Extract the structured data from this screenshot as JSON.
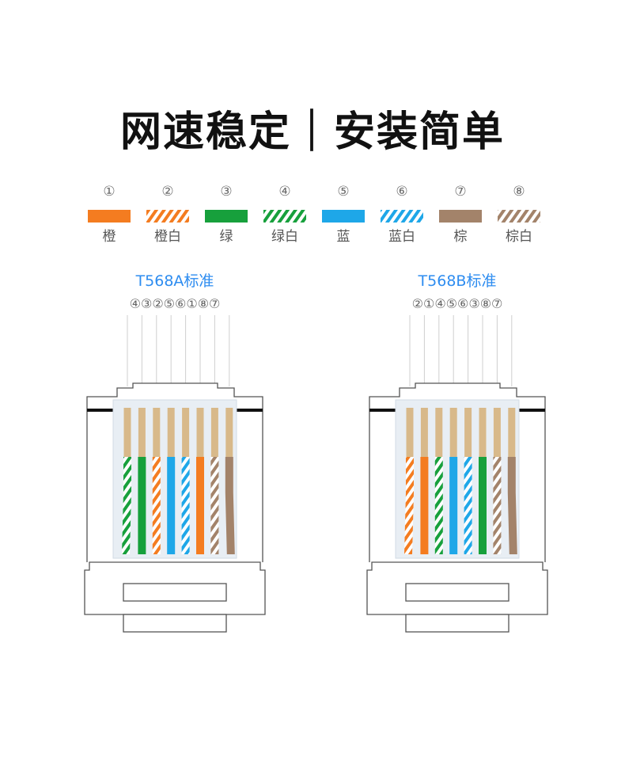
{
  "headline": "网速稳定｜安装简单",
  "legend": [
    {
      "num": "①",
      "label": "橙",
      "color": "#f47c20",
      "striped": false
    },
    {
      "num": "②",
      "label": "橙白",
      "color": "#f47c20",
      "striped": true
    },
    {
      "num": "③",
      "label": "绿",
      "color": "#17a03c",
      "striped": false
    },
    {
      "num": "④",
      "label": "绿白",
      "color": "#17a03c",
      "striped": true
    },
    {
      "num": "⑤",
      "label": "蓝",
      "color": "#1ea7e8",
      "striped": false
    },
    {
      "num": "⑥",
      "label": "蓝白",
      "color": "#1ea7e8",
      "striped": true
    },
    {
      "num": "⑦",
      "label": "棕",
      "color": "#a3836a",
      "striped": false
    },
    {
      "num": "⑧",
      "label": "棕白",
      "color": "#a3836a",
      "striped": true
    }
  ],
  "standards": [
    {
      "title": "T568A标准",
      "order_text": "④③②⑤⑥①⑧⑦",
      "wires": [
        4,
        3,
        2,
        5,
        6,
        1,
        8,
        7
      ]
    },
    {
      "title": "T568B标准",
      "order_text": "②①④⑤⑥③⑧⑦",
      "wires": [
        2,
        1,
        4,
        5,
        6,
        3,
        8,
        7
      ]
    }
  ],
  "colors": {
    "gold": "#d8b98a",
    "outline": "#555555",
    "shell": "#e8eef4",
    "title_blue": "#2d8cf0"
  }
}
